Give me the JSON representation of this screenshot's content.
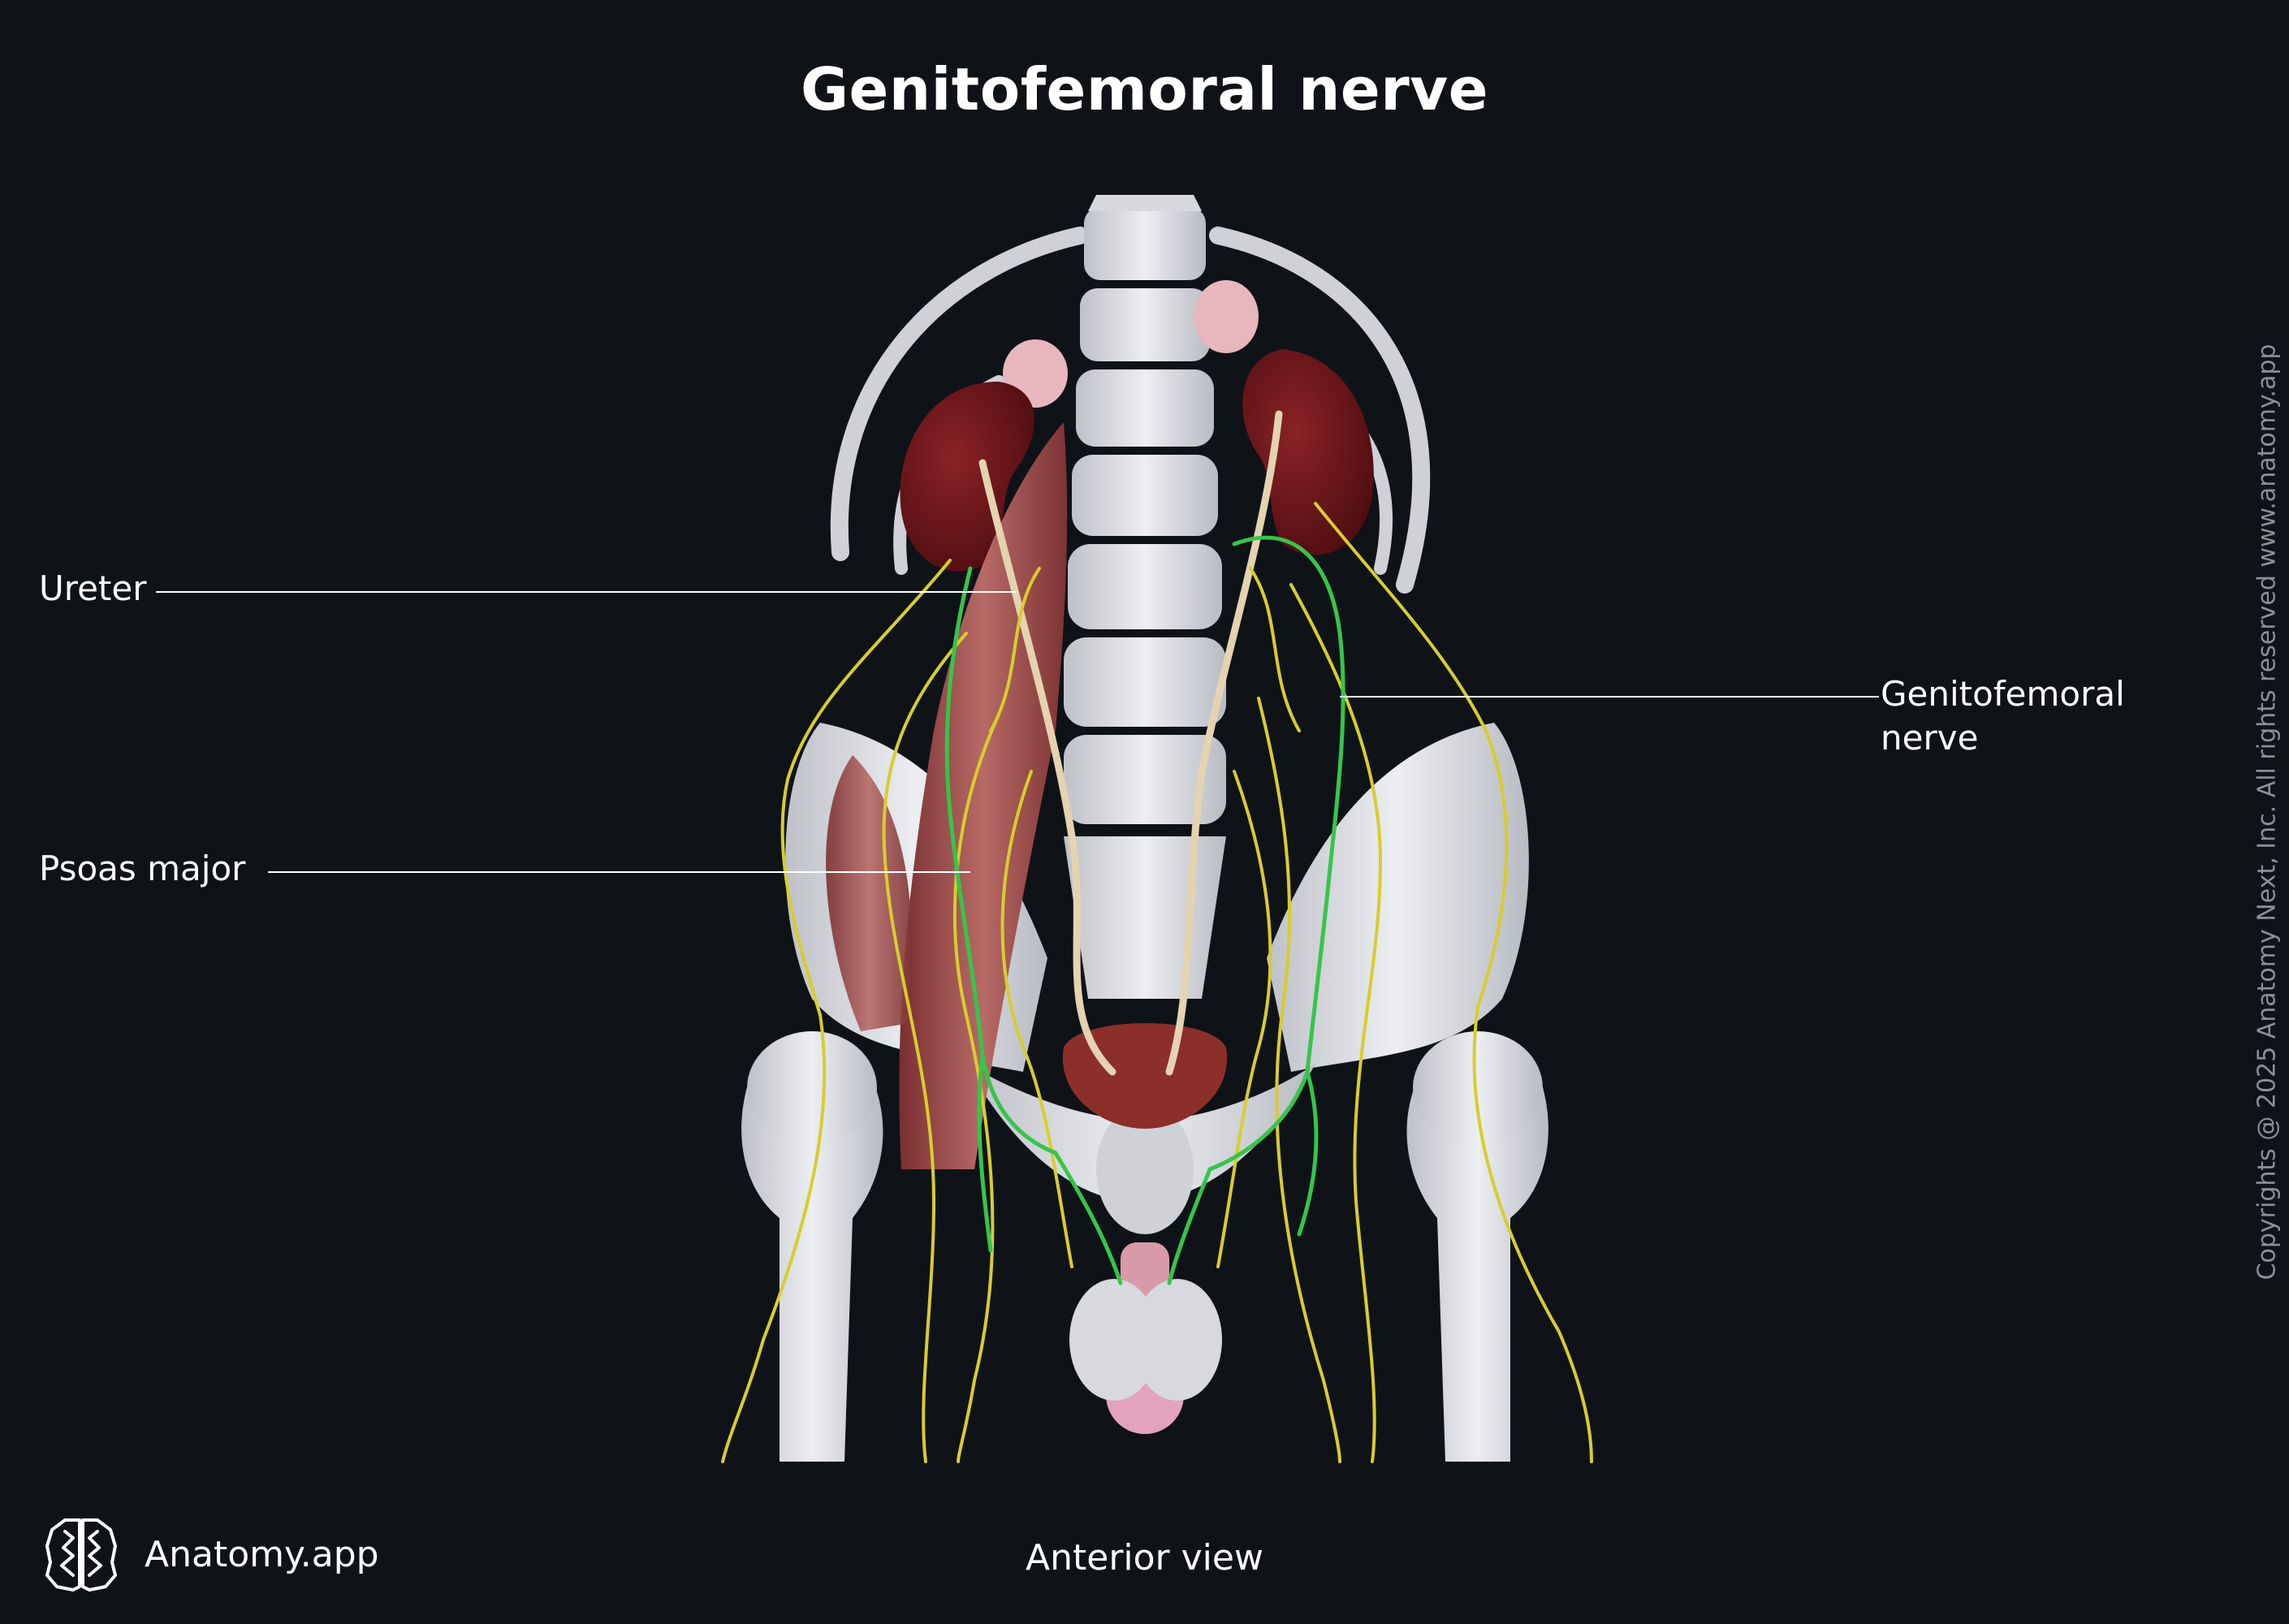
{
  "title": "Genitofemoral nerve",
  "labels": {
    "ureter": "Ureter",
    "psoas_major": "Psoas major",
    "genitofemoral_line1": "Genitofemoral",
    "genitofemoral_line2": "nerve"
  },
  "view": "Anterior view",
  "brand": {
    "name": "Anatomy.app",
    "logo_icon": "brain-icon"
  },
  "copyright": "Copyrights @ 2025 Anatomy Next, Inc. All rights reserved www.anatomy.app",
  "colors": {
    "background": "#0f1318",
    "bone": "#dcdde3",
    "kidney": "#6e1618",
    "muscle": "#9a4a4a",
    "nerve": "#d8cd2c",
    "genitofemoral_nerve": "#35c54a",
    "ureter": "#e4d3b0"
  }
}
